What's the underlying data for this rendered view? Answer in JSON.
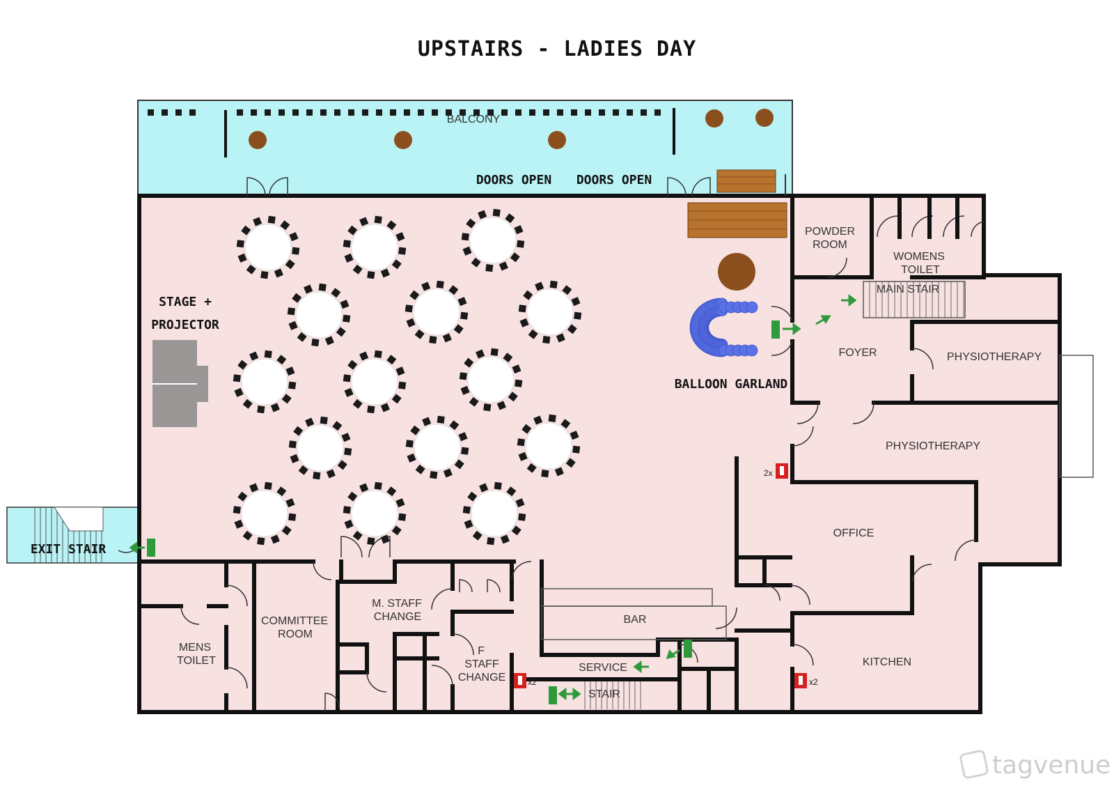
{
  "title": "UPSTAIRS - LADIES DAY",
  "labels": {
    "balcony": "BALCONY",
    "doors_open_1": "DOORS OPEN",
    "doors_open_2": "DOORS OPEN",
    "stage_line1": "STAGE +",
    "stage_line2": "PROJECTOR",
    "balloon_garland": "BALLOON GARLAND",
    "exit_stair": "EXIT STAIR",
    "powder_room_1": "POWDER",
    "powder_room_2": "ROOM",
    "womens_toilet_1": "WOMENS",
    "womens_toilet_2": "TOILET",
    "main_stair": "MAIN STAIR",
    "foyer": "FOYER",
    "physiotherapy_1": "PHYSIOTHERAPY",
    "physiotherapy_2": "PHYSIOTHERAPY",
    "office": "OFFICE",
    "kitchen": "KITCHEN",
    "bar": "BAR",
    "service": "SERVICE",
    "stair": "STAIR",
    "mens_toilet_1": "MENS",
    "mens_toilet_2": "TOILET",
    "committee_room_1": "COMMITTEE",
    "committee_room_2": "ROOM",
    "m_staff_1": "M. STAFF",
    "m_staff_2": "CHANGE",
    "f_staff_1": "F",
    "f_staff_2": "STAFF",
    "f_staff_3": "CHANGE",
    "ext_2x": "2x",
    "ext_x2_a": "x2",
    "ext_x2_b": "x2",
    "watermark": "tagvenue"
  },
  "colors": {
    "hall": "#f8e1e1",
    "balcony": "#b9f3f5",
    "table": "#ffffff",
    "chair": "#1a1a1a",
    "wood": "#8a4f1c",
    "balloon": "#5a72e6",
    "exit_sign": "#2e9a3b",
    "extinguisher": "#d62020",
    "stage": "#9a9696"
  },
  "icons": [
    "round-table-icon",
    "exit-sign-icon",
    "fire-extinguisher-icon",
    "balloon-garland-icon",
    "stage-block-icon",
    "wooden-counter-icon",
    "cocktail-table-icon"
  ],
  "tables_count": 15
}
